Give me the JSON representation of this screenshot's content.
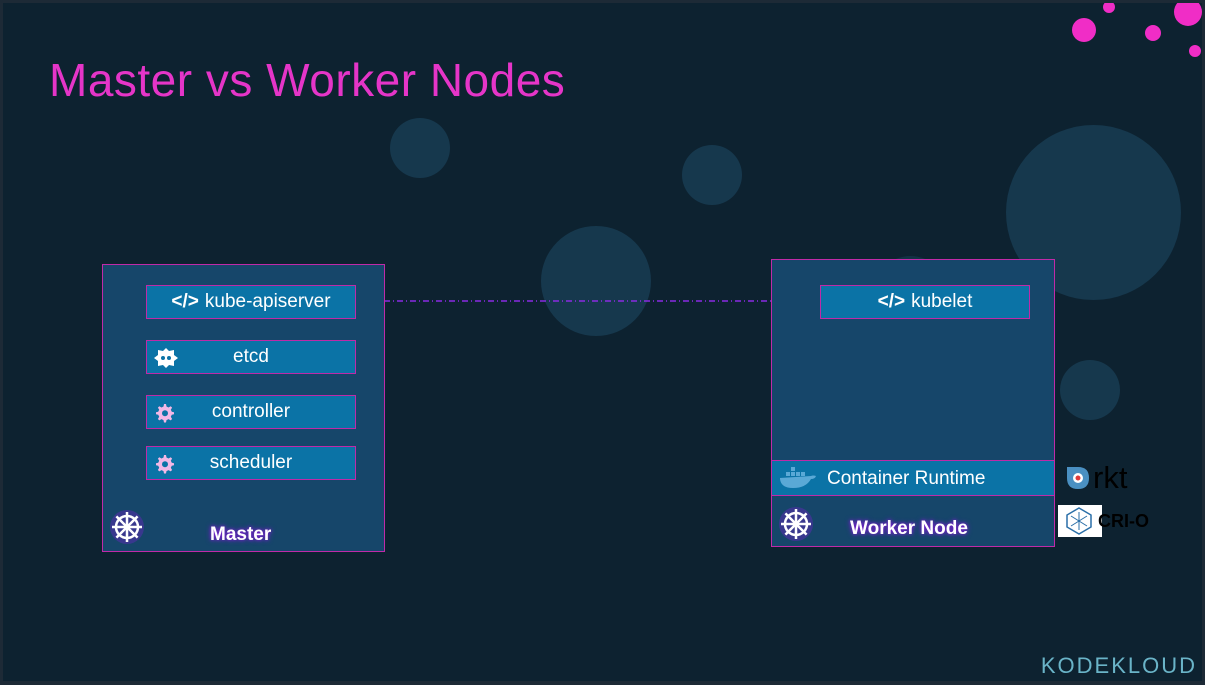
{
  "slide": {
    "title": "Master vs Worker Nodes",
    "brand": "KODEKLOUD"
  },
  "master": {
    "label": "Master",
    "components": [
      {
        "label": "kube-apiserver",
        "icon": "code-icon",
        "prefix": "</>"
      },
      {
        "label": "etcd",
        "icon": "etcd-icon"
      },
      {
        "label": "controller",
        "icon": "gear-icon"
      },
      {
        "label": "scheduler",
        "icon": "gear-icon"
      }
    ]
  },
  "worker": {
    "label": "Worker Node",
    "kubelet": {
      "label": "kubelet",
      "prefix": "</>"
    },
    "runtime": {
      "label": "Container Runtime",
      "icon": "docker-whale-icon"
    }
  },
  "runtimes": {
    "rkt": "rkt",
    "crio": "CRI-O"
  },
  "colors": {
    "title": "#e535c8",
    "box_border": "#c02aa8",
    "component_fill": "#0b73a6",
    "node_fill": "#16466a",
    "connector": "#8a2be2"
  }
}
